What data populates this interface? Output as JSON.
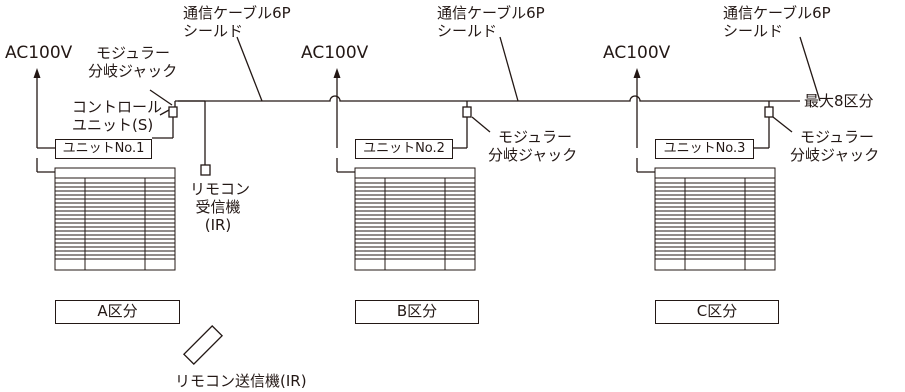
{
  "cable_label_line1": "通信ケーブル6P",
  "cable_label_line2": "シールド",
  "ac_label": "AC100V",
  "modular_jack_line1": "モジュラー",
  "modular_jack_line2": "分岐ジャック",
  "control_unit_line1": "コントロール",
  "control_unit_line2": "ユニット(S)",
  "remote_receiver_line1": "リモコン",
  "remote_receiver_line2": "受信機",
  "remote_receiver_line3": "(IR)",
  "remote_transmitter": "リモコン送信機(IR)",
  "max_zones": "最大8区分",
  "units": [
    "ユニットNo.1",
    "ユニットNo.2",
    "ユニットNo.3"
  ],
  "zones": [
    "A区分",
    "B区分",
    "C区分"
  ],
  "colors": {
    "line": "#231815",
    "background": "#ffffff"
  }
}
